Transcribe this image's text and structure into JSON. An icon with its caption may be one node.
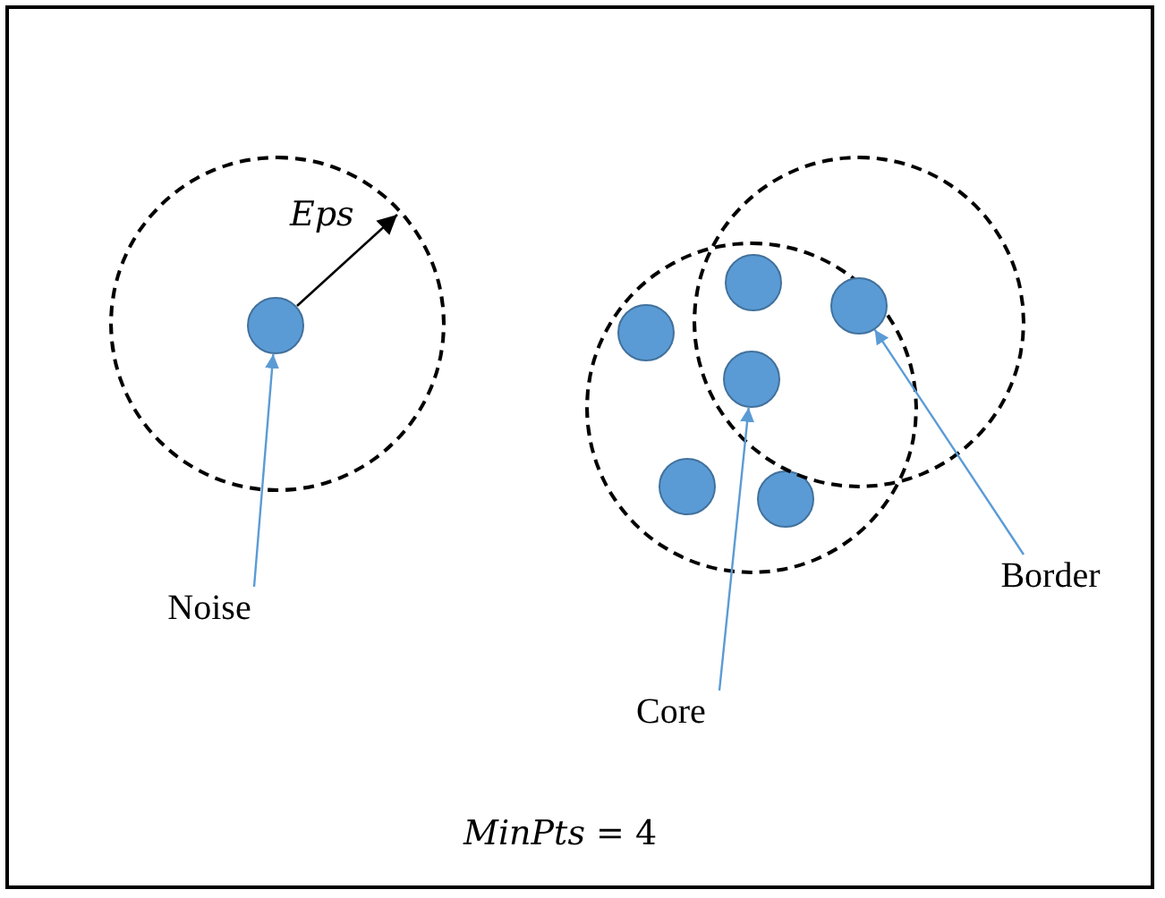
{
  "diagram": {
    "nodes": [
      {
        "text": [],
        "shape": "circle"
      },
      {
        "text": [],
        "shape": "circle",
        "in": 0
      },
      {
        "text": [],
        "shape": "circle"
      },
      {
        "text": [],
        "shape": "circle"
      },
      {
        "text": [],
        "shape": "circle",
        "in": 2
      },
      {
        "text": [],
        "shape": "circle",
        "in": 2
      },
      {
        "text": [],
        "shape": "circle"
      },
      {
        "text": [],
        "shape": "circle"
      },
      {
        "text": [],
        "shape": "circle",
        "in": 2
      },
      {
        "text": [],
        "shape": "circle"
      },
      {
        "text": [
          "Noise"
        ]
      },
      {
        "text": [
          "Core"
        ]
      },
      {
        "text": [
          "Border"
        ]
      }
    ],
    "edges": [
      {
        "from": 10,
        "to": 1,
        "arrow": "to"
      },
      {
        "from": 11,
        "to": 7,
        "arrow": "to"
      },
      {
        "from": 12,
        "to": 9,
        "arrow": "to"
      }
    ],
    "labels": [
      "Eps",
      "*MinPts* = 4"
    ]
  }
}
